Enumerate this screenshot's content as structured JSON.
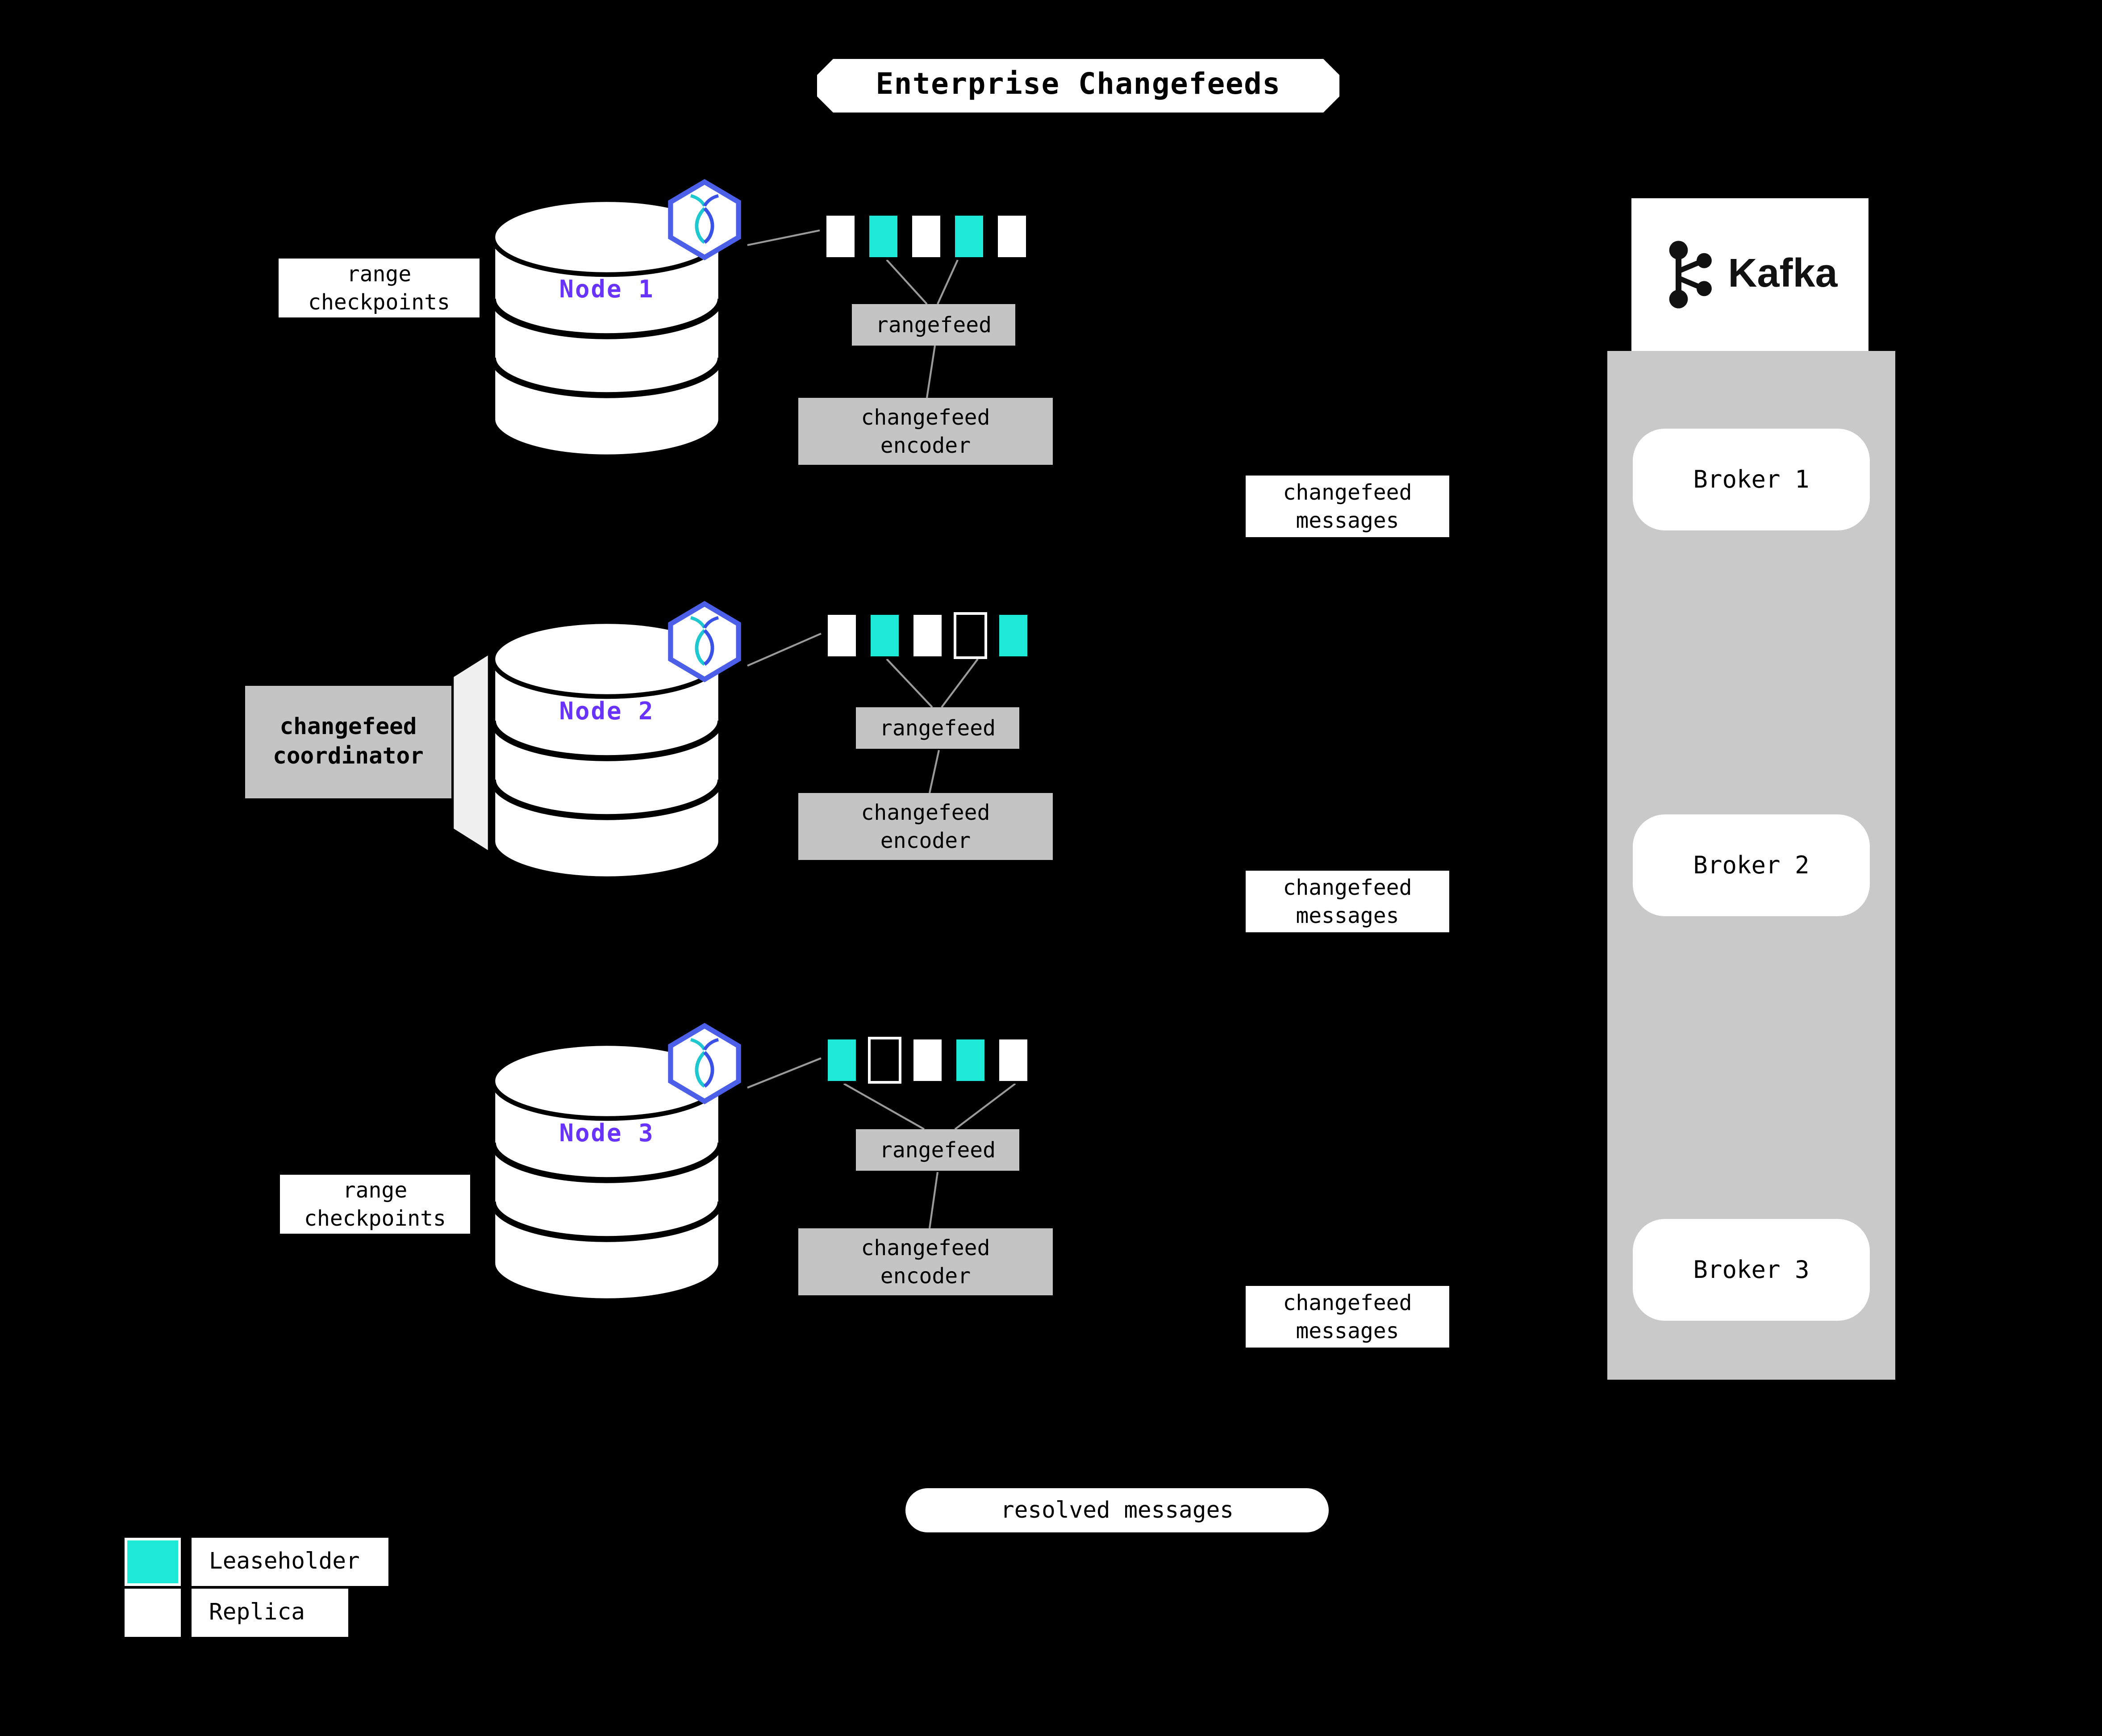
{
  "title": "Enterprise Changefeeds",
  "colors": {
    "background": "#000000",
    "teal": "#1DE9D7",
    "purple": "#6933FF",
    "box_gray": "#C4C4C4",
    "kafka_gray": "#C9C9C9",
    "line_gray": "#9A9A9A"
  },
  "nodes": [
    {
      "name": "Node 1",
      "side_label": "range\ncheckpoints",
      "replicas": [
        "white",
        "teal",
        "white",
        "teal",
        "white"
      ],
      "rangefeed_label": "rangefeed",
      "encoder_label": "changefeed\nencoder"
    },
    {
      "name": "Node 2",
      "side_label": "changefeed\ncoordinator",
      "replicas": [
        "white",
        "teal",
        "white",
        "outline",
        "teal"
      ],
      "rangefeed_label": "rangefeed",
      "encoder_label": "changefeed\nencoder"
    },
    {
      "name": "Node 3",
      "side_label": "range\ncheckpoints",
      "replicas": [
        "teal",
        "outline",
        "white",
        "teal",
        "white"
      ],
      "rangefeed_label": "rangefeed",
      "encoder_label": "changefeed\nencoder"
    }
  ],
  "message_labels": [
    {
      "label": "changefeed\nmessages"
    },
    {
      "label": "changefeed\nmessages"
    },
    {
      "label": "changefeed\nmessages"
    }
  ],
  "kafka": {
    "brand": "Kafka",
    "brokers": [
      {
        "label": "Broker 1"
      },
      {
        "label": "Broker 2"
      },
      {
        "label": "Broker 3"
      }
    ]
  },
  "resolved_label": "resolved messages",
  "legend": {
    "items": [
      {
        "swatch": "teal",
        "label": "Leaseholder"
      },
      {
        "swatch": "white",
        "label": "Replica"
      }
    ]
  }
}
